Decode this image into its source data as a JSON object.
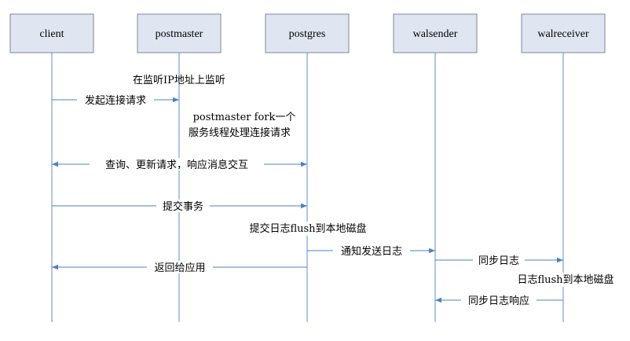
{
  "participants": [
    {
      "id": "client",
      "label": "client"
    },
    {
      "id": "postmaster",
      "label": "postmaster"
    },
    {
      "id": "postgres",
      "label": "postgres"
    },
    {
      "id": "walsender",
      "label": "walsender"
    },
    {
      "id": "walreceiver",
      "label": "walreceiver"
    }
  ],
  "notes": {
    "listen": "在监听IP地址上监听",
    "fork_line1": "postmaster fork一个",
    "fork_line2": "服务线程处理连接请求",
    "commit_flush": "提交日志flush到本地磁盘",
    "receiver_flush": "日志flush到本地磁盘"
  },
  "messages": {
    "connect": "发起连接请求",
    "query": "查询、更新请求，响应消息交互",
    "commit": "提交事务",
    "notify_send": "通知发送日志",
    "sync_log": "同步日志",
    "return_app": "返回给应用",
    "sync_ack": "同步日志响应"
  },
  "colors": {
    "box_fill": "#dfe6f1",
    "box_stroke": "#7b8798",
    "line": "#5b8fcf",
    "arrow": "#4f81bd",
    "text": "#000000"
  }
}
